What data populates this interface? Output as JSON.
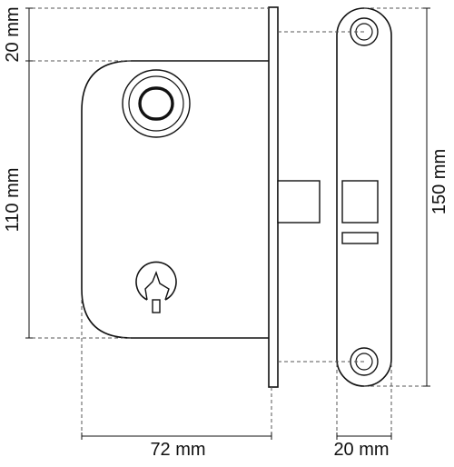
{
  "dimensions": {
    "top_offset": "20 mm",
    "body_height": "110 mm",
    "plate_height": "150 mm",
    "body_width": "72 mm",
    "plate_width": "20 mm"
  },
  "colors": {
    "line": "#111111",
    "dim_line": "#555555",
    "background": "#ffffff"
  }
}
